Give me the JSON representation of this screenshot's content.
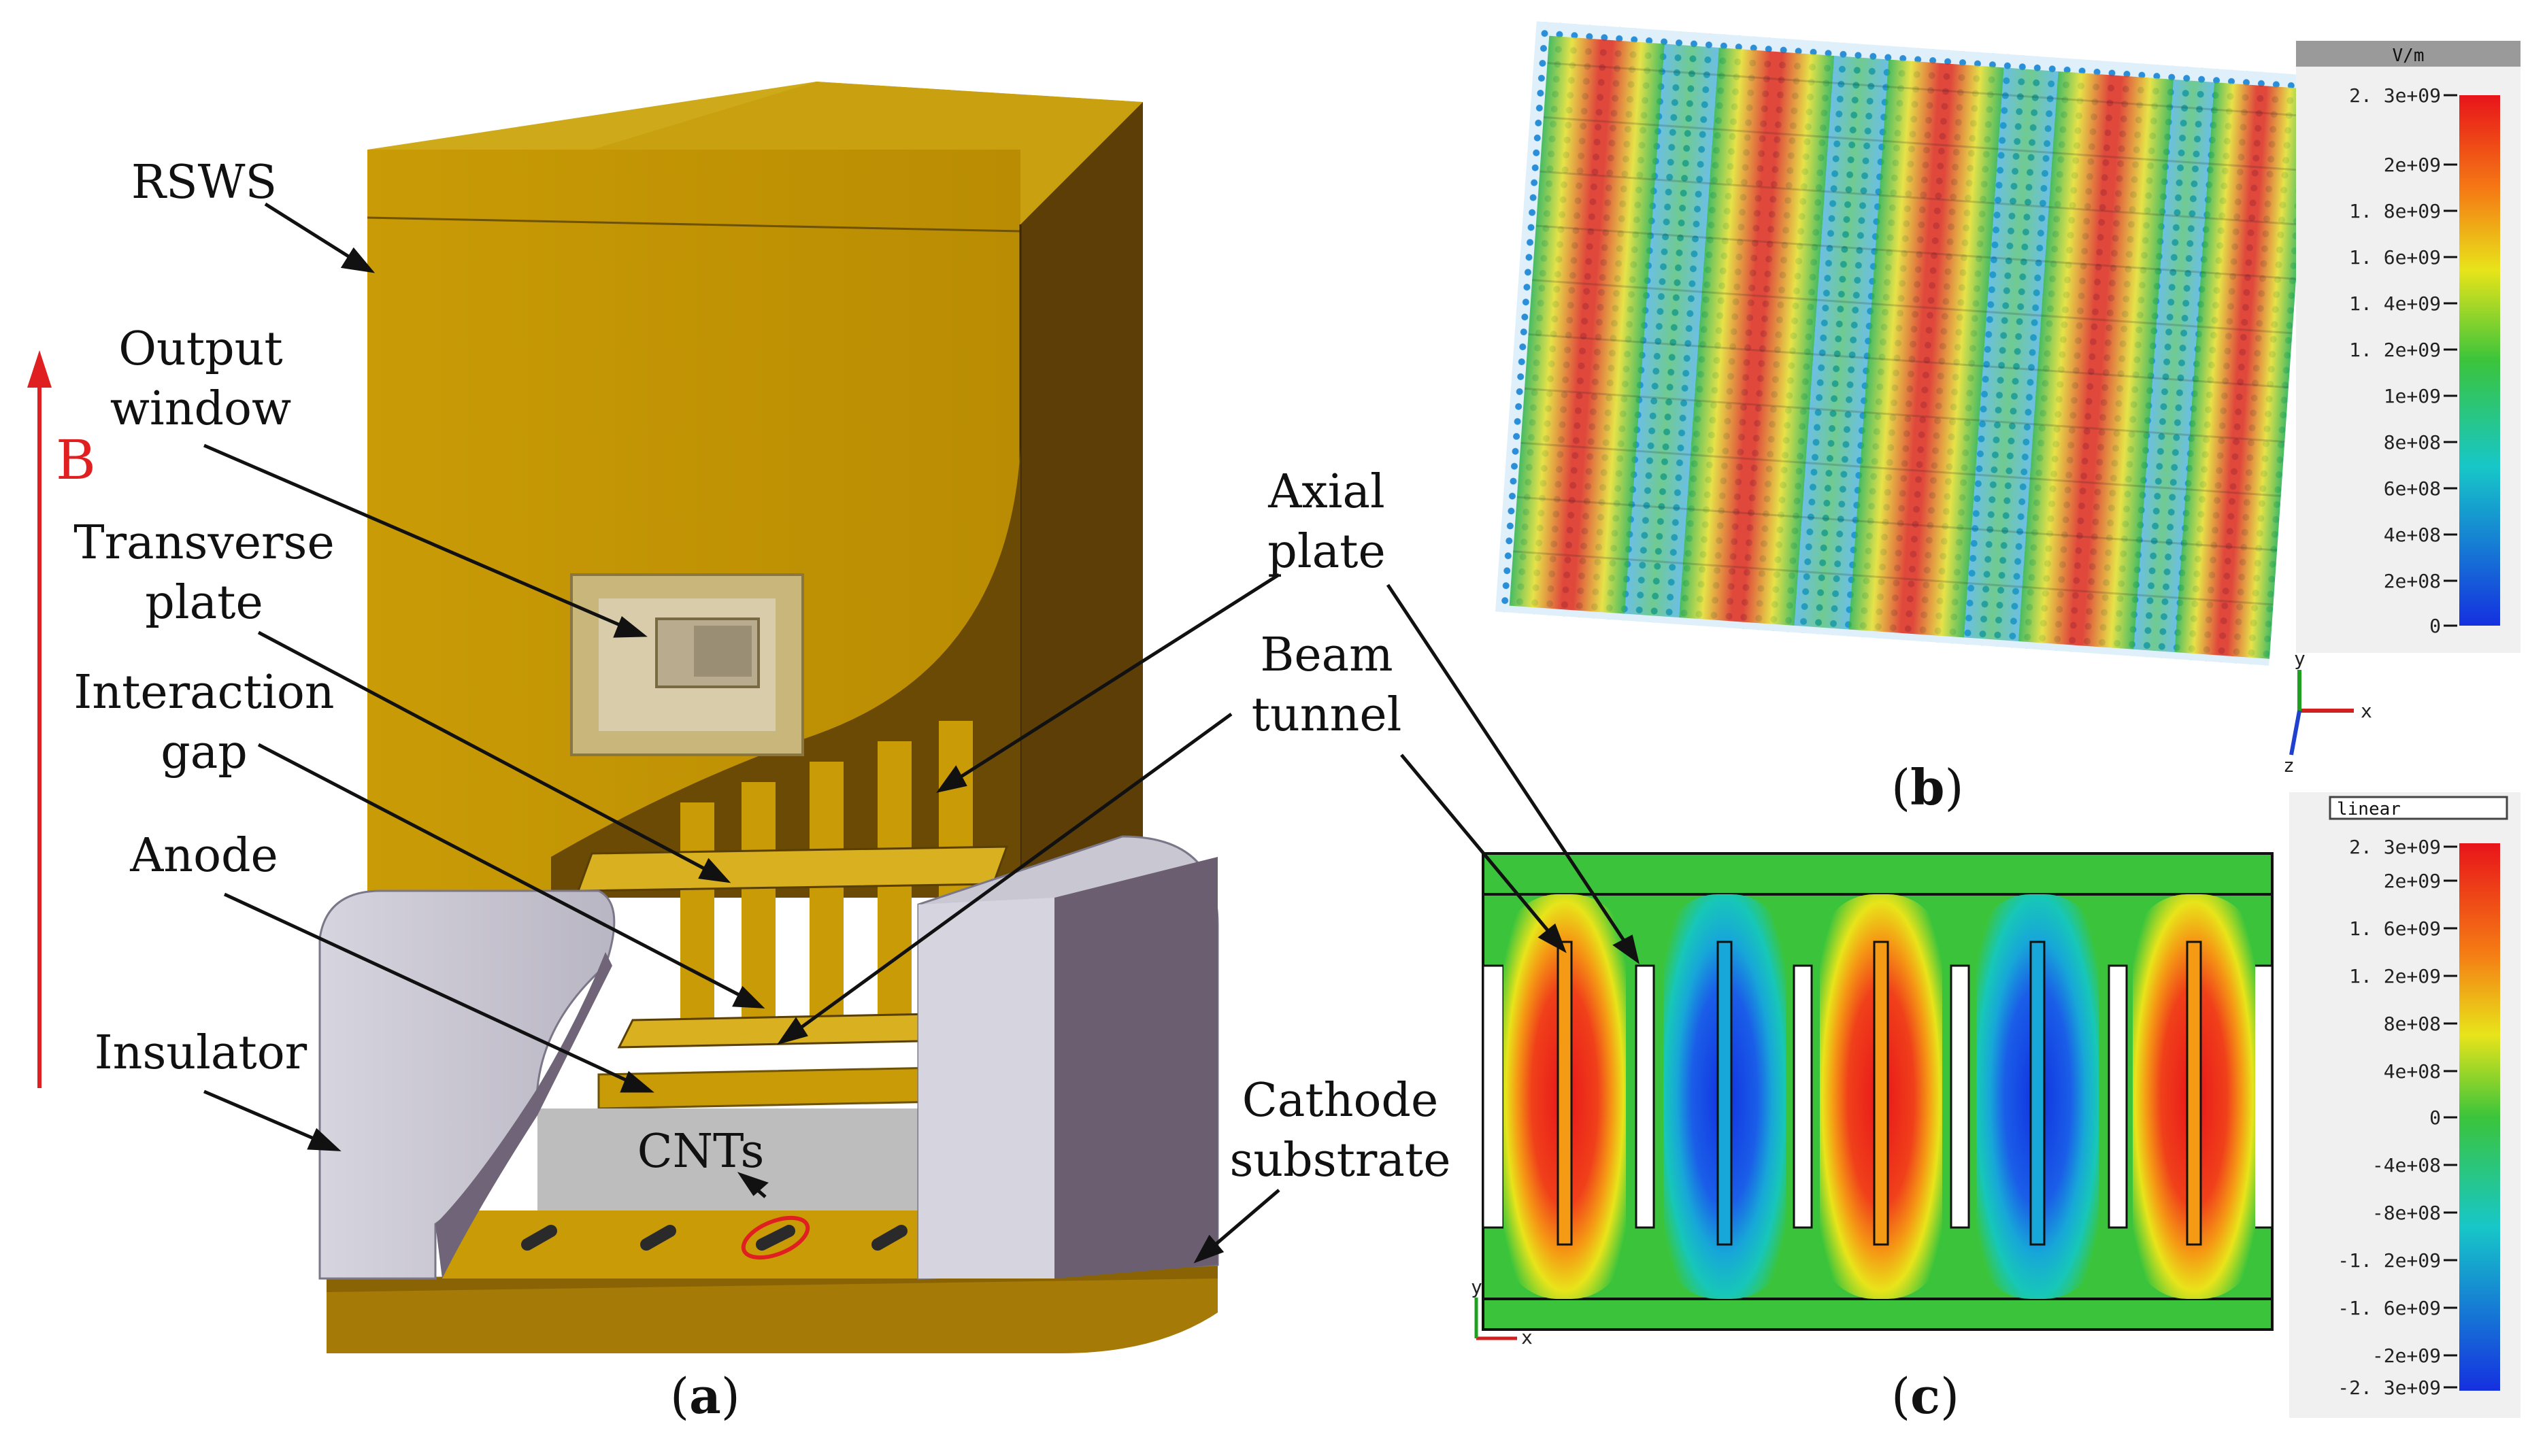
{
  "panel_a": {
    "labels": {
      "rsws": "RSWS",
      "output_window": [
        "Output",
        "window"
      ],
      "transverse_plate": [
        "Transverse",
        "plate"
      ],
      "interaction_gap": [
        "Interaction",
        "gap"
      ],
      "anode": "Anode",
      "insulator": "Insulator",
      "axial_plate": [
        "Axial",
        "plate"
      ],
      "beam_tunnel": [
        "Beam",
        "tunnel"
      ],
      "cathode_substrate": [
        "Cathode",
        "substrate"
      ],
      "cnts": "CNTs",
      "b_field": "B"
    },
    "caption": {
      "open": "(",
      "letter": "a",
      "close": ")"
    }
  },
  "panel_b": {
    "caption": {
      "open": "(",
      "letter": "b",
      "close": ")"
    },
    "colorbar": {
      "header": "V/m",
      "ticks": [
        "2. 3e+09",
        "2e+09",
        "1. 8e+09",
        "1. 6e+09",
        "1. 4e+09",
        "1. 2e+09",
        "1e+09",
        "8e+08",
        "6e+08",
        "4e+08",
        "2e+08",
        "0"
      ]
    },
    "axes": {
      "x": "x",
      "y": "y",
      "z": "z"
    }
  },
  "panel_c": {
    "caption": {
      "open": "(",
      "letter": "c",
      "close": ")"
    },
    "colorbar": {
      "header": "linear",
      "ticks": [
        "2. 3e+09",
        "2e+09",
        "1. 6e+09",
        "1. 2e+09",
        "8e+08",
        "4e+08",
        "0",
        "-4e+08",
        "-8e+08",
        "-1. 2e+09",
        "-1. 6e+09",
        "-2e+09",
        "-2. 3e+09"
      ]
    },
    "axes": {
      "x": "x",
      "y": "y"
    }
  },
  "colors": {
    "gold": "#c79a05",
    "gold_dark": "#8a6a05",
    "insulator": "#c9c7d2",
    "b_arrow": "#e02020"
  }
}
